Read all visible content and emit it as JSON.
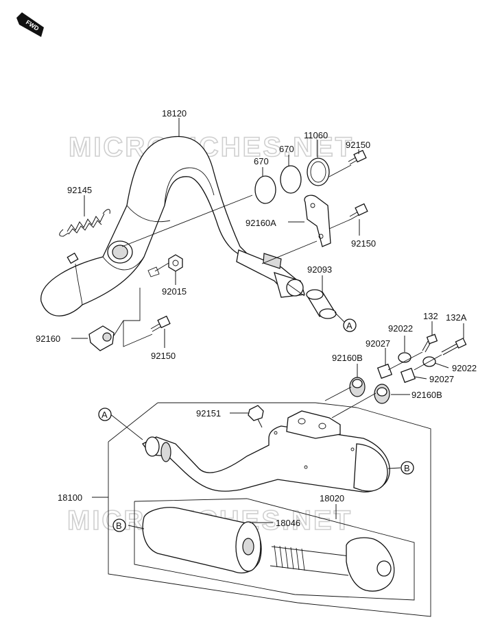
{
  "watermark": "MICROFICHES.NET",
  "fwd_badge": "FWD",
  "callouts": {
    "a": "A",
    "b": "B"
  },
  "part_numbers": {
    "exhaust_pipe": "18120",
    "spring": "92145",
    "o_ring_1": "670",
    "o_ring_2": "670",
    "gasket": "11060",
    "bolt_upper": "92150",
    "bracket": "92160A",
    "bolt_bracket": "92150",
    "grommet_pipe": "92093",
    "nut": "92015",
    "damper": "92160",
    "bolt_lower": "92150",
    "bolt_132": "132",
    "bolt_132a": "132A",
    "washer_left": "92022",
    "washer_right": "92022",
    "collar_left": "92027",
    "collar_right": "92027",
    "damper_left": "92160B",
    "damper_right": "92160B",
    "bolt_muffler": "92151",
    "muffler_assy": "18100",
    "insert": "18020",
    "packing": "18046"
  }
}
